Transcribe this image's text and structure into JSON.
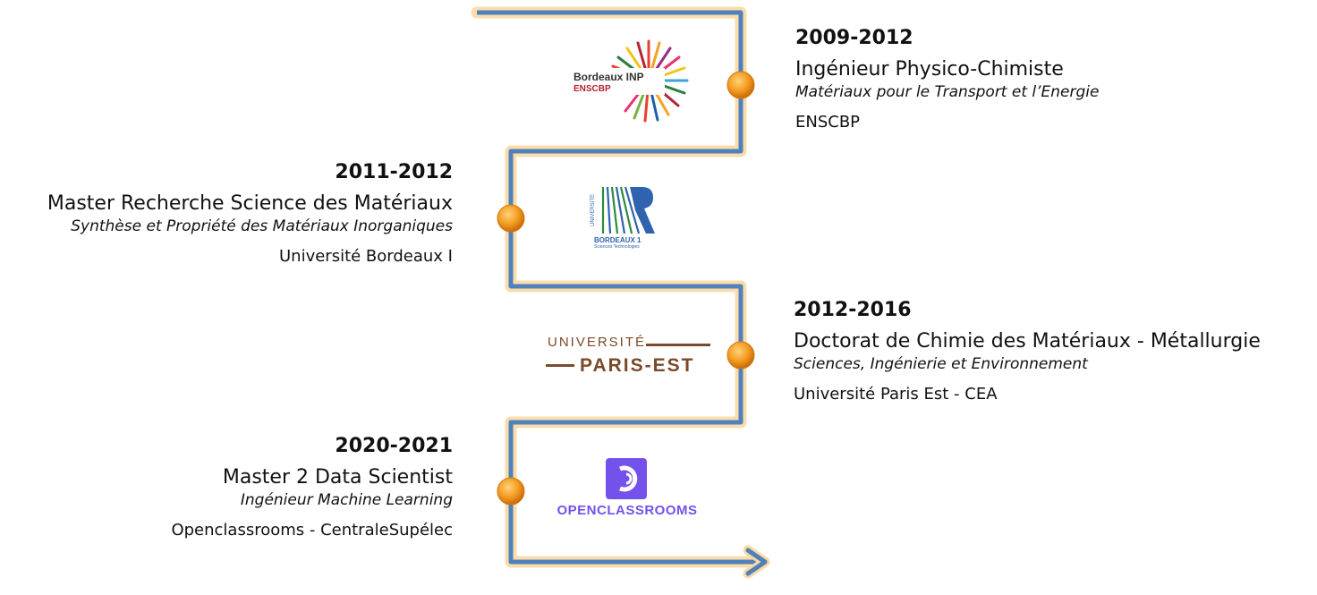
{
  "colors": {
    "path": "#4f81bd",
    "path_glow": "#fbd9a3",
    "node": "#f39a1e",
    "node_dark": "#c96a0a",
    "bordeaux_red": "#b32331",
    "ub1_green": "#2d8a3e",
    "ub1_blue": "#2f63b0",
    "upe_brown": "#7a4a2a",
    "oc_purple": "#7451eb"
  },
  "entries": [
    {
      "years": "2009-2012",
      "degree": "Ingénieur Physico-Chimiste",
      "specialty": "Matériaux pour le Transport et l’Energie",
      "school": "ENSCBP"
    },
    {
      "years": "2011-2012",
      "degree": "Master Recherche Science des Matériaux",
      "specialty": "Synthèse et Propriété des Matériaux Inorganiques",
      "school": "Université Bordeaux I"
    },
    {
      "years": "2012-2016",
      "degree": "Doctorat de Chimie des Matériaux - Métallurgie",
      "specialty": "Sciences, Ingénierie et Environnement",
      "school": "Université Paris Est - CEA"
    },
    {
      "years": "2020-2021",
      "degree": "Master 2 Data Scientist",
      "specialty": "Ingénieur Machine Learning",
      "school": "Openclassrooms - CentraleSupélec"
    }
  ],
  "logos": {
    "bordeaux_inp": {
      "line1": "Bordeaux INP",
      "line2": "ENSCBP"
    },
    "bordeaux1": {
      "vertical": "UNIVERSITÉ",
      "line1": "BORDEAUX 1",
      "line2": "Sciences Technologies"
    },
    "paris_est": {
      "line1": "UNIVERSITÉ",
      "line2": "PARIS-EST"
    },
    "openclassrooms": {
      "wordmark": "OPENCLASSROOMS"
    }
  }
}
